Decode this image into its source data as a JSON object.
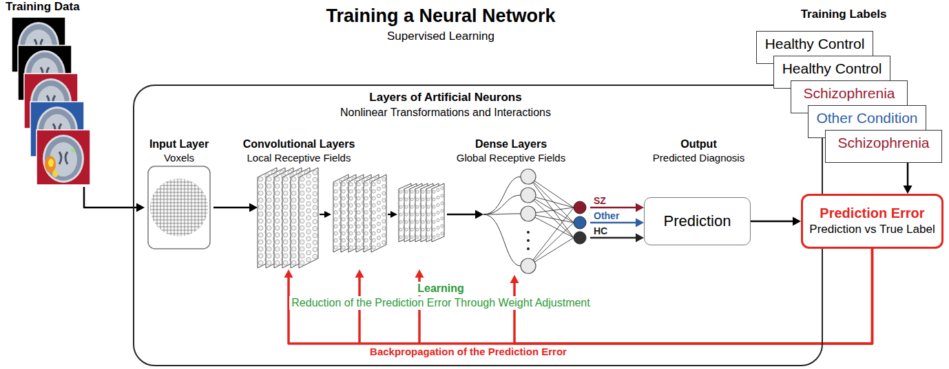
{
  "diagram": {
    "title": "Training a Neural Network",
    "nodes": [
      {
        "text": [
          "Training Data"
        ]
      },
      {
        "text": [
          "Layers of Artificial Neurons",
          "Nonlinear Transformations and Interactions"
        ]
      },
      {
        "text": [
          "Input Layer",
          "Voxels"
        ],
        "in": 1
      },
      {
        "text": [
          "Convolutional Layers",
          "Local Receptive Fields"
        ],
        "in": 1
      },
      {
        "text": [
          "Dense Layers",
          "Global Receptive Fields"
        ],
        "in": 1
      },
      {
        "text": [
          "Output",
          "Predicted Diagnosis",
          "Prediction"
        ],
        "in": 1
      },
      {
        "text": [
          "Healthy Control"
        ]
      },
      {
        "text": [
          "Healthy Control"
        ]
      },
      {
        "text": [
          "Schizophrenia"
        ]
      },
      {
        "text": [
          "Other Condition"
        ]
      },
      {
        "text": [
          "Schizophrenia"
        ]
      },
      {
        "text": [
          "Prediction Error",
          "Prediction vs True Label"
        ]
      }
    ],
    "edges": [
      {
        "from": 0,
        "to": 2,
        "arrow": "to"
      },
      {
        "from": 2,
        "to": 3,
        "arrow": "to"
      },
      {
        "from": 3,
        "to": 4,
        "arrow": "to"
      },
      {
        "from": 4,
        "to": 5,
        "label": "SZ",
        "arrow": "to"
      },
      {
        "from": 4,
        "to": 5,
        "label": "Other",
        "arrow": "to"
      },
      {
        "from": 4,
        "to": 5,
        "label": "HC",
        "arrow": "to"
      },
      {
        "from": 5,
        "to": 11,
        "arrow": "to"
      },
      {
        "from": 10,
        "to": 11,
        "arrow": "to"
      },
      {
        "from": 11,
        "to": 3,
        "label": "Backpropagation of the Prediction Error",
        "arrow": "to"
      },
      {
        "from": 11,
        "to": 4,
        "arrow": "to"
      }
    ],
    "labels": [
      "Supervised Learning",
      "Training Labels",
      "Learning",
      "Reduction of the Prediction Error Through Weight Adjustment"
    ]
  }
}
